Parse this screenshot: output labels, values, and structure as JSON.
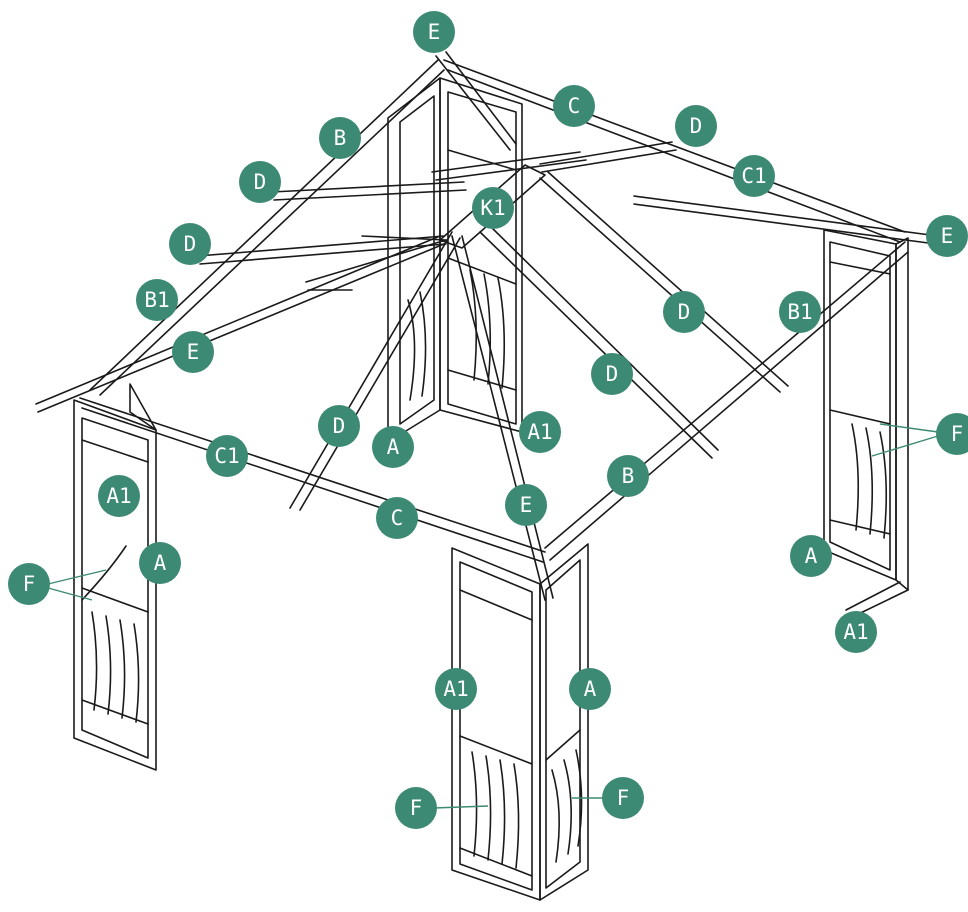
{
  "colors": {
    "badge_fill": "#3d8a74",
    "badge_text": "#ffffff",
    "frame_stroke": "#1a1a1a"
  },
  "labels": {
    "e_top": "E",
    "c_back": "C",
    "d_upper_right": "D",
    "b_back_left": "B",
    "c1_back_right": "C1",
    "d_upper_left": "D",
    "k1_hub": "K1",
    "e_right": "E",
    "d_left": "D",
    "b1_left": "B1",
    "d_right_upper": "D",
    "b1_right": "B1",
    "e_left": "E",
    "d_right_lower": "D",
    "d_front": "D",
    "a_back": "A",
    "a1_back": "A1",
    "f_right": "F",
    "c1_front_left": "C1",
    "b_front_right": "B",
    "a1_left": "A1",
    "e_front": "E",
    "c_front": "C",
    "a_left": "A",
    "a_right": "A",
    "f_left": "F",
    "a1_right": "A1",
    "a1_front": "A1",
    "a_front": "A",
    "f_front_left": "F",
    "f_front_right": "F"
  }
}
